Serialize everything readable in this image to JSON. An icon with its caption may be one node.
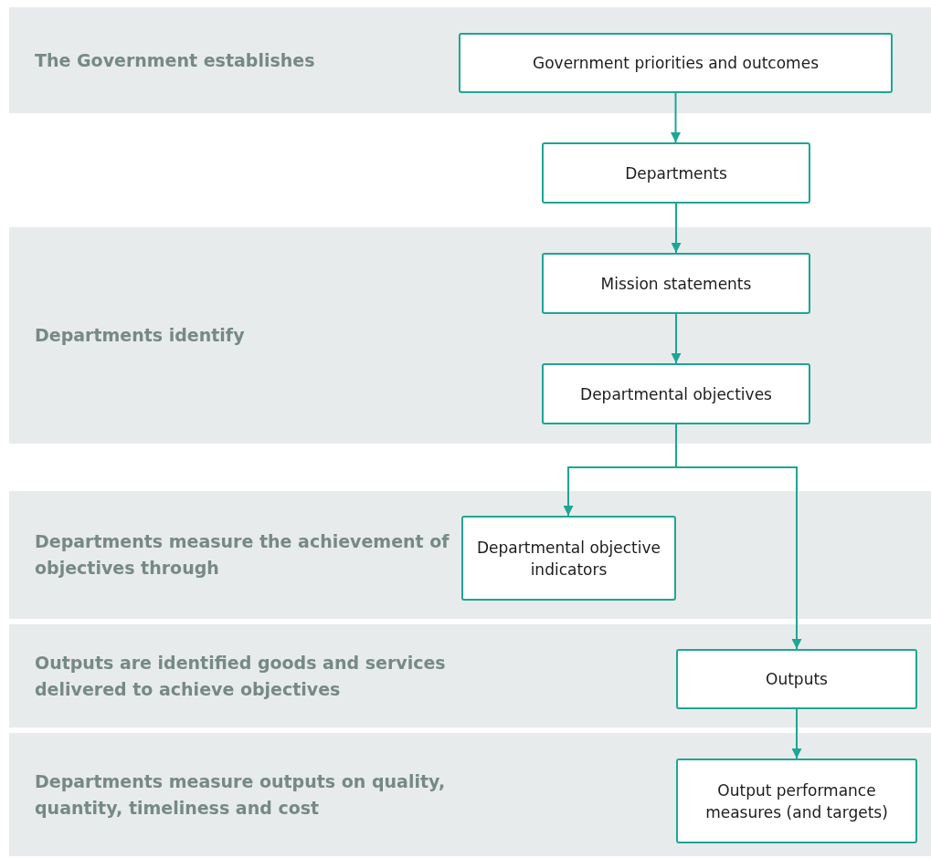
{
  "diagram": {
    "nodes": [
      {
        "text": [
          "The Government establishes"
        ]
      },
      {
        "text": [
          "Government priorities and outcomes"
        ],
        "in": 0
      },
      {
        "text": [
          "Departments"
        ]
      },
      {
        "text": [
          "Departments identify"
        ]
      },
      {
        "text": [
          "Mission statements"
        ],
        "in": 3
      },
      {
        "text": [
          "Departmental objectives"
        ],
        "in": 3
      },
      {
        "text": [
          "Departments measure the achievement of objectives through"
        ]
      },
      {
        "text": [
          "Departmental objective indicators"
        ],
        "in": 6
      },
      {
        "text": [
          "Outputs are identified goods and services delivered to achieve objectives"
        ]
      },
      {
        "text": [
          "Outputs"
        ],
        "in": 8
      },
      {
        "text": [
          "Departments measure outputs on quality, quantity, timeliness and cost"
        ]
      },
      {
        "text": [
          "Output performance measures (and targets)"
        ],
        "in": 10
      }
    ],
    "edges": [
      {
        "from": 1,
        "to": 2,
        "arrow": "to"
      },
      {
        "from": 2,
        "to": 4,
        "arrow": "to"
      },
      {
        "from": 4,
        "to": 5,
        "arrow": "to"
      },
      {
        "from": 5,
        "to": 7,
        "arrow": "to"
      },
      {
        "from": 5,
        "to": 9,
        "arrow": "to"
      },
      {
        "from": 9,
        "to": 11,
        "arrow": "to"
      }
    ]
  }
}
